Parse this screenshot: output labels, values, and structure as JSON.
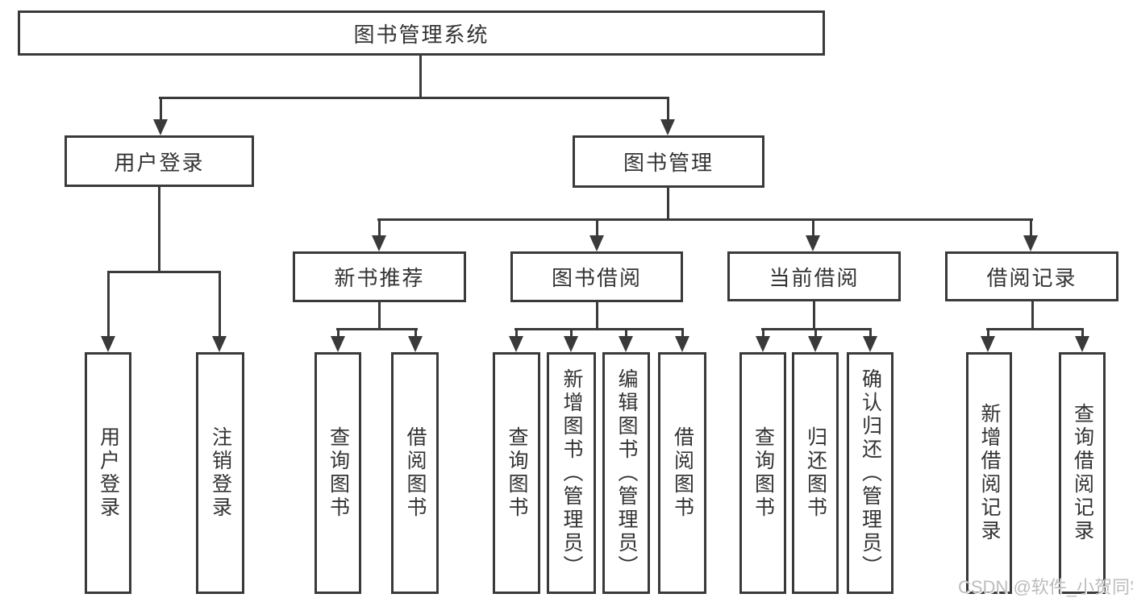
{
  "diagram": {
    "root": {
      "label": "图书管理系统"
    },
    "level2": [
      {
        "label": "用户登录"
      },
      {
        "label": "图书管理"
      }
    ],
    "level3": [
      {
        "label": "新书推荐"
      },
      {
        "label": "图书借阅"
      },
      {
        "label": "当前借阅"
      },
      {
        "label": "借阅记录"
      }
    ],
    "leaves": [
      {
        "label": "用户登录"
      },
      {
        "label": "注销登录"
      },
      {
        "label": "查询图书"
      },
      {
        "label": "借阅图书"
      },
      {
        "label": "查询图书"
      },
      {
        "label": "新增图书（管理员）"
      },
      {
        "label": "编辑图书（管理员）"
      },
      {
        "label": "借阅图书"
      },
      {
        "label": "查询图书"
      },
      {
        "label": "归还图书"
      },
      {
        "label": "确认归还（管理员）"
      },
      {
        "label": "新增借阅记录"
      },
      {
        "label": "查询借阅记录"
      }
    ]
  },
  "watermark": "CSDN @软件_小贺同学",
  "icons": {
    "arrow_down": "css-triangle-down"
  },
  "colors": {
    "line": "#3a3a3a",
    "text": "#333333",
    "watermark": "#bcbcbc",
    "background": "#ffffff"
  }
}
